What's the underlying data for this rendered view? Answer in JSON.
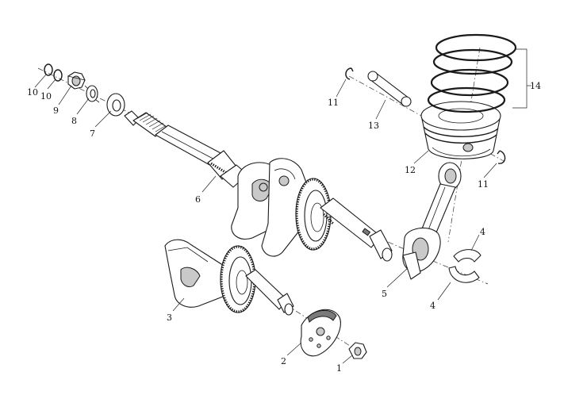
{
  "callouts": [
    {
      "id": "part-10a",
      "label": "10"
    },
    {
      "id": "part-10b",
      "label": "10"
    },
    {
      "id": "part-9",
      "label": "9"
    },
    {
      "id": "part-8",
      "label": "8"
    },
    {
      "id": "part-7",
      "label": "7"
    },
    {
      "id": "part-6",
      "label": "6"
    },
    {
      "id": "part-5",
      "label": "5"
    },
    {
      "id": "part-4a",
      "label": "4"
    },
    {
      "id": "part-4b",
      "label": "4"
    },
    {
      "id": "part-3",
      "label": "3"
    },
    {
      "id": "part-2",
      "label": "2"
    },
    {
      "id": "part-1",
      "label": "1"
    },
    {
      "id": "part-11a",
      "label": "11"
    },
    {
      "id": "part-11b",
      "label": "11"
    },
    {
      "id": "part-12",
      "label": "12"
    },
    {
      "id": "part-13",
      "label": "13"
    },
    {
      "id": "part-14",
      "label": "14"
    }
  ]
}
